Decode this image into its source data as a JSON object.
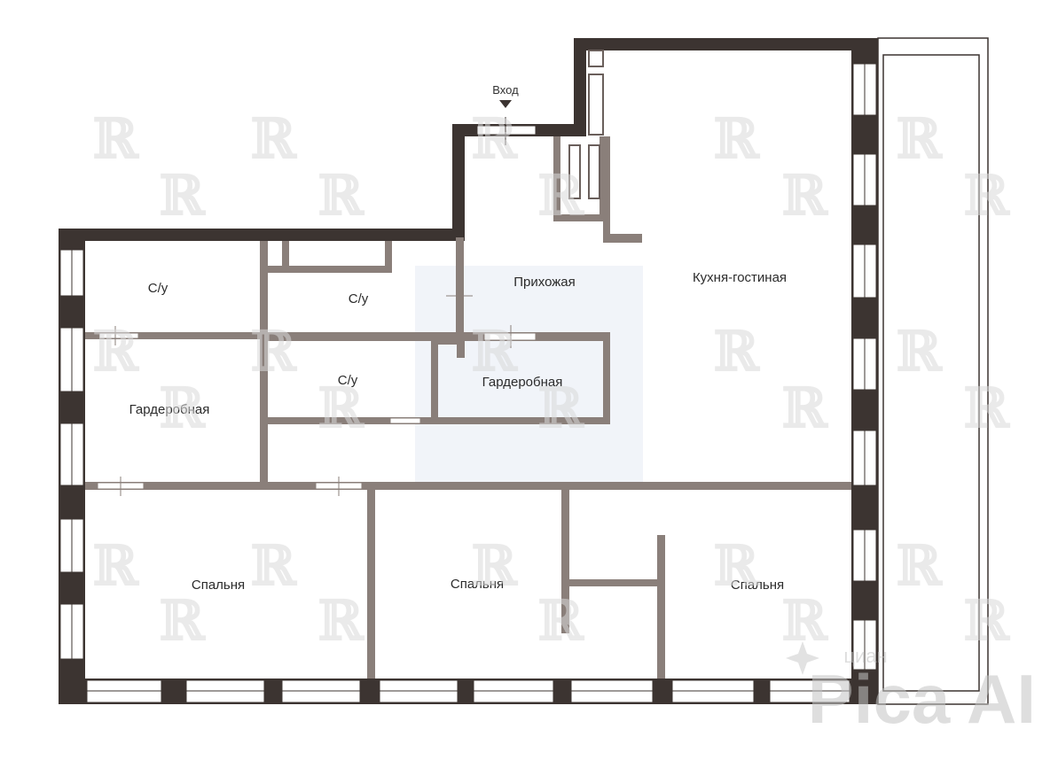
{
  "entrance": {
    "label": "Вход"
  },
  "rooms": {
    "bath_1": "С/у",
    "bath_2": "С/у",
    "bath_3": "С/у",
    "hallway": "Прихожая",
    "kitchen_living": "Кухня-гостиная",
    "wardrobe_left": "Гардеробная",
    "wardrobe_center": "Гардеробная",
    "bedroom_1": "Спальня",
    "bedroom_2": "Спальня",
    "bedroom_3": "Спальня"
  },
  "watermark": {
    "brand": "Pica AI",
    "sub": "циан",
    "logo": "ℝ"
  },
  "colors": {
    "outer_wall": "#3c3431",
    "inner_wall": "#8a7f7a",
    "background": "#ffffff",
    "hall_tint": "#f1f4f9"
  }
}
